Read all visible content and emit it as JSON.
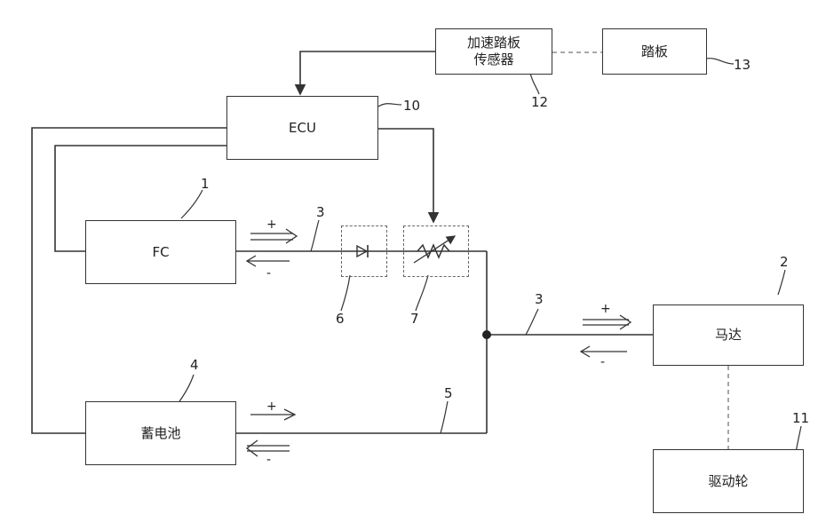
{
  "blocks": {
    "pedal_sensor_line1": "加速踏板",
    "pedal_sensor_line2": "传感器",
    "pedal": "踏板",
    "ecu": "ECU",
    "fc": "FC",
    "battery": "蓄电池",
    "motor": "马达",
    "drive_wheel": "驱动轮"
  },
  "refs": {
    "fc": "1",
    "motor": "2",
    "line_top": "3",
    "line_main": "3",
    "battery": "4",
    "line_battery": "5",
    "diode": "6",
    "resistor": "7",
    "ecu": "10",
    "wheel": "11",
    "sensor": "12",
    "pedal": "13"
  },
  "signs": {
    "plus": "+",
    "minus": "-"
  }
}
